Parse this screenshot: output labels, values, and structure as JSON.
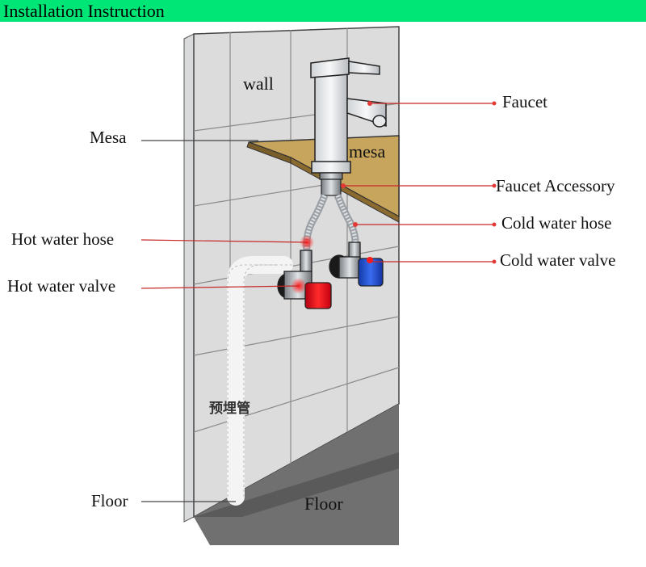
{
  "header": {
    "title": "Installation Instruction"
  },
  "in_figure": {
    "wall": "wall",
    "mesa": "mesa",
    "floor": "Floor",
    "pipe_cn": "预埋管"
  },
  "callouts": {
    "faucet": "Faucet",
    "mesa": "Mesa",
    "faucet_accessory": "Faucet Accessory",
    "cold_water_hose": "Cold water hose",
    "hot_water_hose": "Hot water hose",
    "cold_water_valve": "Cold water valve",
    "hot_water_valve": "Hot water valve",
    "floor": "Floor"
  },
  "colors": {
    "header_bg": "#00e676",
    "hot_red": "#e8121c",
    "cold_blue": "#1e4fd8",
    "mesa_tan": "#c8a55c",
    "floor_gray": "#666666",
    "leader_red": "#c62828"
  }
}
